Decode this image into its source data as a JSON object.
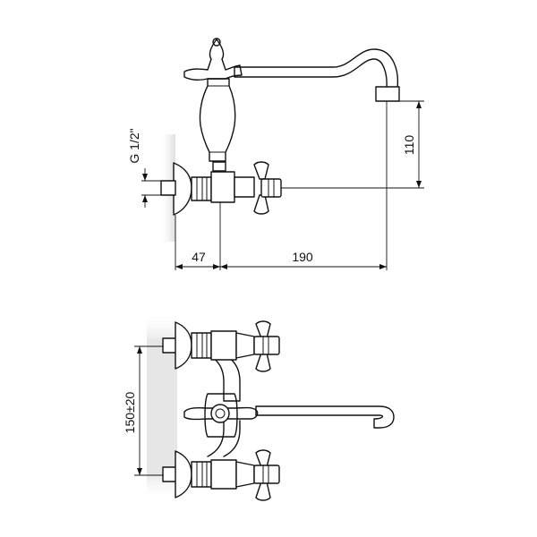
{
  "colors": {
    "line": "#111111",
    "background": "#ffffff",
    "wall_shade": "#e4e4e4"
  },
  "side_view": {
    "dimensions": {
      "thread": "G 1/2\"",
      "spout_height": "110",
      "wall_offset": "47",
      "spout_reach": "190"
    }
  },
  "front_view": {
    "dimensions": {
      "inlet_spacing": "150±20"
    }
  }
}
